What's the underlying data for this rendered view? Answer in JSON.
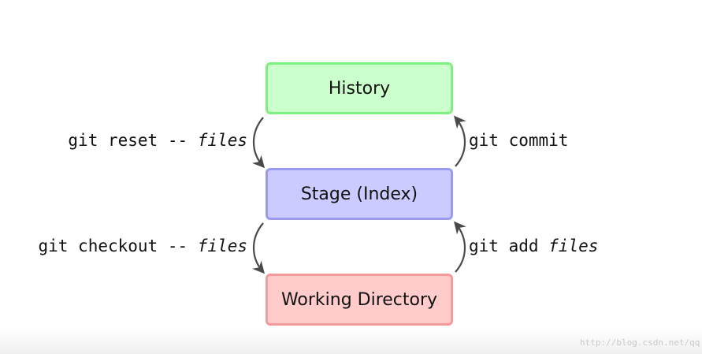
{
  "boxes": {
    "history": {
      "label": "History",
      "fill": "#cbffcb",
      "border": "#7df07d"
    },
    "stage": {
      "label": "Stage (Index)",
      "fill": "#cbcbff",
      "border": "#9a9af2"
    },
    "working": {
      "label": "Working Directory",
      "fill": "#ffcbcb",
      "border": "#f39a9a"
    }
  },
  "commands": {
    "reset": {
      "cmd": "git reset -- ",
      "arg": "files"
    },
    "commit": {
      "cmd": "git commit",
      "arg": ""
    },
    "checkout": {
      "cmd": "git checkout -- ",
      "arg": "files"
    },
    "add": {
      "cmd": "git add ",
      "arg": "files"
    }
  },
  "arrow_color": "#4a4a4a",
  "watermark": "http://blog.csdn.net/qq"
}
